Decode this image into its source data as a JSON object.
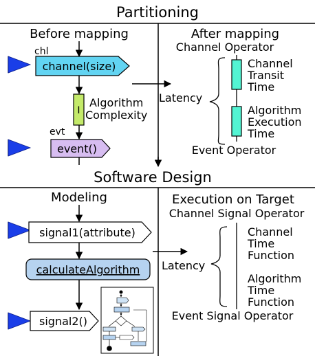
{
  "top": {
    "title": "Partitioning",
    "left_heading": "Before mapping",
    "right_heading": "After mapping",
    "chl_label": "chl",
    "channel_box": "channel(size)",
    "algorithm_label_1": "Algorithm",
    "algorithm_label_2": "Complexity",
    "algorithm_glyph": "I",
    "evt_label": "evt",
    "event_box": "event()",
    "channel_operator": "Channel Operator",
    "latency": "Latency",
    "channel_transit_1": "Channel",
    "channel_transit_2": "Transit",
    "channel_transit_3": "Time",
    "algorithm_exec_1": "Algorithm",
    "algorithm_exec_2": "Execution",
    "algorithm_exec_3": "Time",
    "event_operator": "Event Operator"
  },
  "middle": {
    "title": "Software Design"
  },
  "bottom": {
    "left_heading": "Modeling",
    "right_heading": "Execution on Target",
    "signal1_box": "signal1(attribute)",
    "calc_box": "calculateAlgorithm",
    "signal2_box": "signal2()",
    "channel_signal_operator": "Channel Signal Operator",
    "latency": "Latency",
    "channel_time_1": "Channel",
    "channel_time_2": "Time",
    "channel_time_3": "Function",
    "algorithm_time_1": "Algorithm",
    "algorithm_time_2": "Time",
    "algorithm_time_3": "Function",
    "event_signal_operator": "Event Signal Operator"
  },
  "colors": {
    "flag_blue": "#1a3ee8",
    "channel_fill": "#62d4f2",
    "algorithm_fill": "#c4ea6a",
    "event_fill": "#d7bdf1",
    "latency_bar_fill": "#53f4d3",
    "calc_fill": "#b6d3f0"
  }
}
